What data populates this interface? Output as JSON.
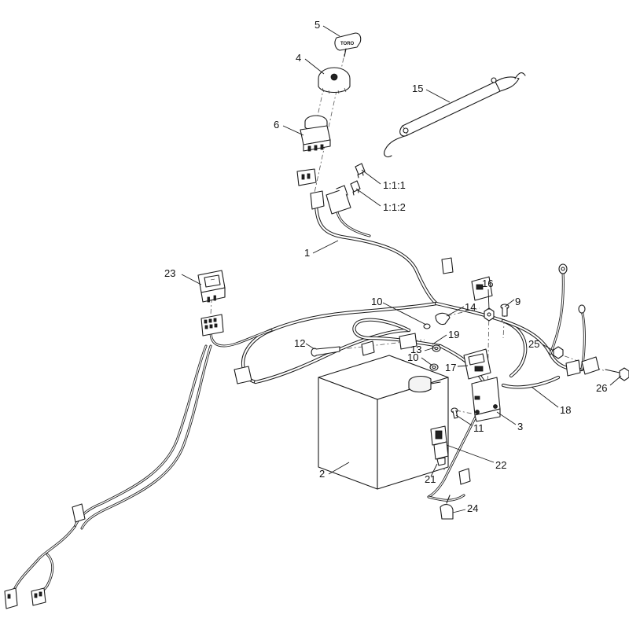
{
  "diagram": {
    "callouts": [
      {
        "id": "c5",
        "label": "5"
      },
      {
        "id": "c4",
        "label": "4"
      },
      {
        "id": "c6",
        "label": "6"
      },
      {
        "id": "c15",
        "label": "15"
      },
      {
        "id": "c111",
        "label": "1:1:1"
      },
      {
        "id": "c112",
        "label": "1:1:2"
      },
      {
        "id": "c1",
        "label": "1"
      },
      {
        "id": "c23",
        "label": "23"
      },
      {
        "id": "c16",
        "label": "16"
      },
      {
        "id": "c9",
        "label": "9"
      },
      {
        "id": "c10a",
        "label": "10"
      },
      {
        "id": "c14",
        "label": "14"
      },
      {
        "id": "c19",
        "label": "19"
      },
      {
        "id": "c12",
        "label": "12"
      },
      {
        "id": "c13",
        "label": "13"
      },
      {
        "id": "c10b",
        "label": "10"
      },
      {
        "id": "c17",
        "label": "17"
      },
      {
        "id": "c25",
        "label": "25"
      },
      {
        "id": "c26",
        "label": "26"
      },
      {
        "id": "c18",
        "label": "18"
      },
      {
        "id": "c3",
        "label": "3"
      },
      {
        "id": "c11",
        "label": "11"
      },
      {
        "id": "c2",
        "label": "2"
      },
      {
        "id": "c22",
        "label": "22"
      },
      {
        "id": "c21",
        "label": "21"
      },
      {
        "id": "c24",
        "label": "24"
      }
    ],
    "key_logo_text": "TORO"
  }
}
